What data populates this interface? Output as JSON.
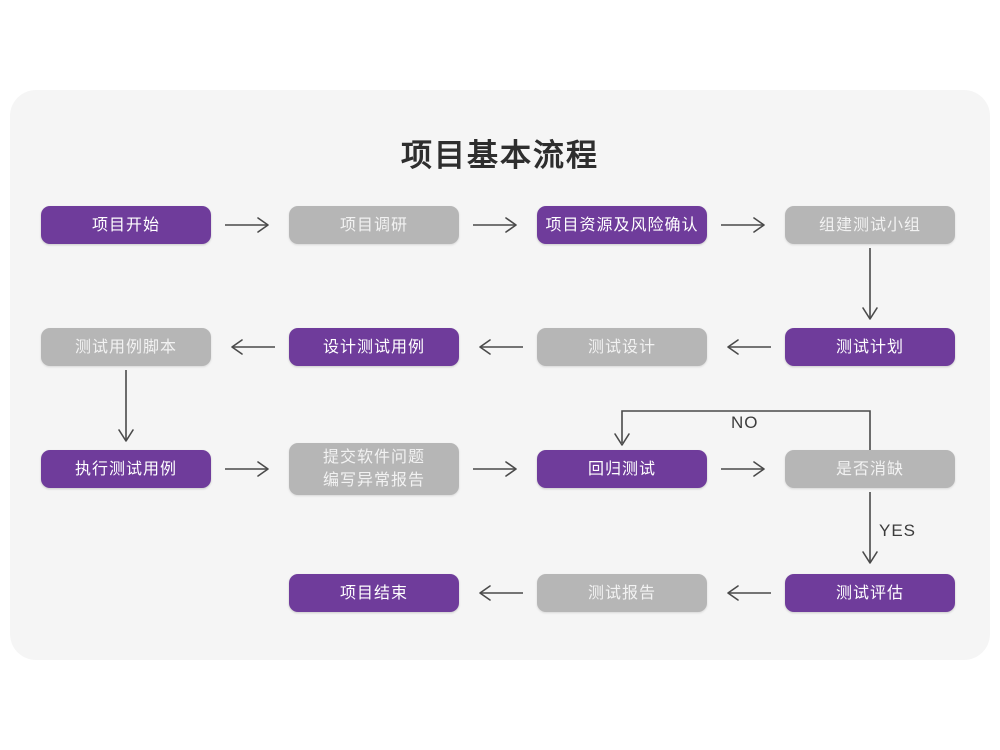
{
  "page": {
    "background_color": "#ffffff",
    "card_color": "#f5f5f5",
    "title": "项目基本流程"
  },
  "palette": {
    "purple": "#6f3c9b",
    "gray": "#b6b6b6",
    "purple_text": "#ffffff",
    "gray_text": "#f2f2f2",
    "arrow": "#4a4a4a",
    "title_text": "#2e2e2e"
  },
  "nodes": [
    {
      "id": "n1",
      "label": "项目开始",
      "style": "purple"
    },
    {
      "id": "n2",
      "label": "项目调研",
      "style": "gray"
    },
    {
      "id": "n3",
      "label": "项目资源及风险确认",
      "style": "purple"
    },
    {
      "id": "n4",
      "label": "组建测试小组",
      "style": "gray"
    },
    {
      "id": "n5",
      "label": "测试用例脚本",
      "style": "gray"
    },
    {
      "id": "n6",
      "label": "设计测试用例",
      "style": "purple"
    },
    {
      "id": "n7",
      "label": "测试设计",
      "style": "gray"
    },
    {
      "id": "n8",
      "label": "测试计划",
      "style": "purple"
    },
    {
      "id": "n9",
      "label": "执行测试用例",
      "style": "purple"
    },
    {
      "id": "n10",
      "label": "提交软件问题\n编写异常报告",
      "style": "gray"
    },
    {
      "id": "n11",
      "label": "回归测试",
      "style": "purple"
    },
    {
      "id": "n12",
      "label": "是否消缺",
      "style": "gray"
    },
    {
      "id": "n13",
      "label": "项目结束",
      "style": "purple"
    },
    {
      "id": "n14",
      "label": "测试报告",
      "style": "gray"
    },
    {
      "id": "n15",
      "label": "测试评估",
      "style": "purple"
    }
  ],
  "edge_labels": {
    "no": "NO",
    "yes": "YES"
  },
  "flow": {
    "row1": [
      "项目开始",
      "项目调研",
      "项目资源及风险确认",
      "组建测试小组"
    ],
    "row2": [
      "测试用例脚本",
      "设计测试用例",
      "测试设计",
      "测试计划"
    ],
    "row3": [
      "执行测试用例",
      "提交软件问题 编写异常报告",
      "回归测试",
      "是否消缺"
    ],
    "row4": [
      "项目结束",
      "测试报告",
      "测试评估"
    ]
  }
}
